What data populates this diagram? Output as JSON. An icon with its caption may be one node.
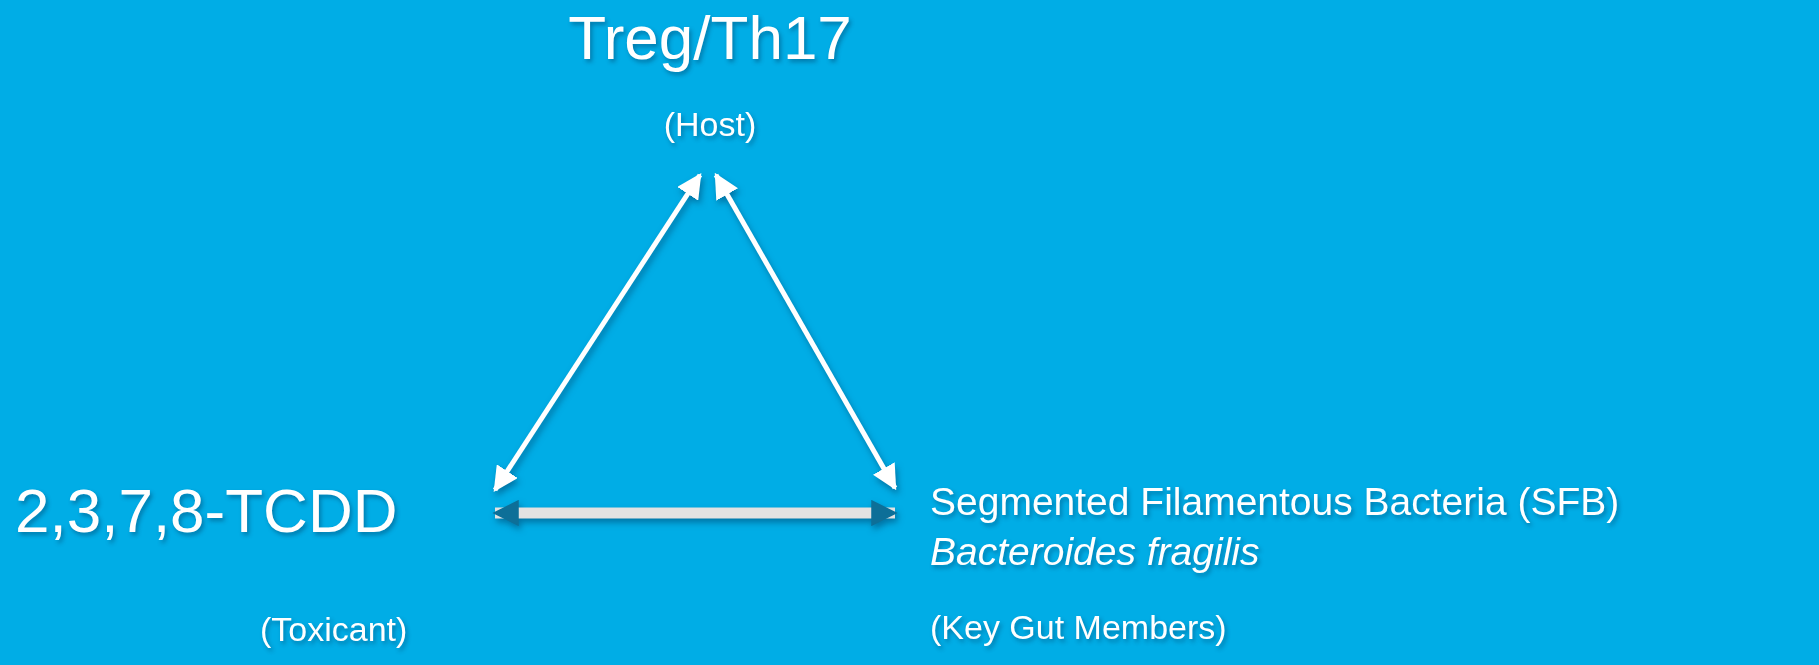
{
  "diagram": {
    "nodes": [
      {
        "text": [
          "Treg/Th17",
          "(Host)"
        ]
      },
      {
        "text": [
          "2,3,7,8-TCDD",
          "(Toxicant)"
        ]
      },
      {
        "text": [
          "Segmented Filamentous Bacteria (SFB)",
          "Bacteroides fragilis",
          "(Key Gut Members)"
        ]
      }
    ],
    "edges": [
      {
        "from": 0,
        "to": 1,
        "arrow": "both"
      },
      {
        "from": 0,
        "to": 2,
        "arrow": "both"
      },
      {
        "from": 1,
        "to": 2,
        "arrow": "both",
        "style": "thick",
        "color": "#e2e2e2"
      }
    ]
  }
}
